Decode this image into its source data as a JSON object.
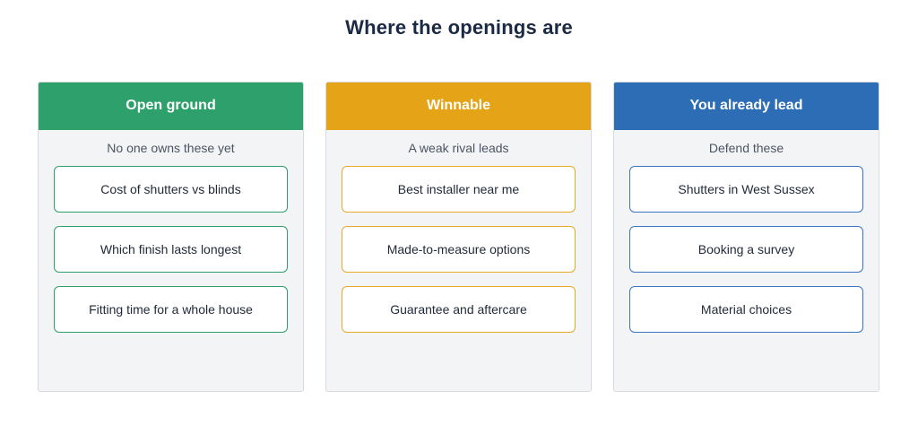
{
  "title": "Where the openings are",
  "columns": [
    {
      "header": "Open ground",
      "subtitle": "No one owns these yet",
      "color": "#2ea06b",
      "items": [
        "Cost of shutters vs blinds",
        "Which finish lasts longest",
        "Fitting time for a whole house"
      ]
    },
    {
      "header": "Winnable",
      "subtitle": "A weak rival leads",
      "color": "#e5a417",
      "items": [
        "Best installer near me",
        "Made-to-measure options",
        "Guarantee and aftercare"
      ]
    },
    {
      "header": "You already lead",
      "subtitle": "Defend these",
      "color": "#2d6db5",
      "items": [
        "Shutters in West Sussex",
        "Booking a survey",
        "Material choices"
      ]
    }
  ]
}
